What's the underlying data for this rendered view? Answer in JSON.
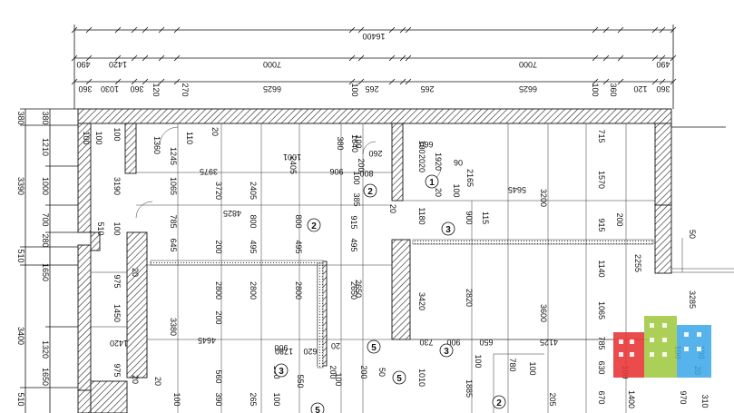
{
  "top_dims": {
    "overall": "16400",
    "row2": [
      "490",
      "1420",
      "7000",
      "7000",
      "490"
    ],
    "row3": [
      "360",
      "1030",
      "360",
      "120",
      "270",
      "6625",
      "100",
      "265",
      "265",
      "6625",
      "100",
      "360",
      "120",
      "360"
    ]
  },
  "left_dims": {
    "outer": [
      "380",
      "3390",
      "510",
      "3400",
      "510"
    ],
    "inner": [
      "380",
      "1210",
      "1000",
      "700",
      "280",
      "1650",
      "1320",
      "1650"
    ]
  },
  "room_labels": [
    "100",
    "100",
    "100",
    "1360",
    "1245",
    "110",
    "3190",
    "1065",
    "3720",
    "2405",
    "3975",
    "4825",
    "20",
    "510",
    "100",
    "20",
    "785",
    "645",
    "200",
    "800",
    "495",
    "800",
    "495",
    "200",
    "2800",
    "2800",
    "2800",
    "3380",
    "4645",
    "975",
    "1450",
    "1420",
    "975",
    "20",
    "20",
    "560",
    "100",
    "390",
    "265",
    "100",
    "550",
    "100",
    "200",
    "20",
    "1780",
    "620",
    "900",
    "915",
    "200",
    "100",
    "385",
    "20",
    "2405",
    "1001",
    "906",
    "800",
    "100",
    "1640",
    "380",
    "260",
    "100",
    "1920",
    "2020",
    "660",
    "06",
    "2165",
    "100",
    "20",
    "1180",
    "900",
    "115",
    "5645",
    "3200",
    "715",
    "1570",
    "915",
    "200",
    "2255",
    "1140",
    "3285",
    "50",
    "3420",
    "2650",
    "2820",
    "3600",
    "1065",
    "4125",
    "785",
    "730",
    "900",
    "650",
    "1885",
    "100",
    "780",
    "100",
    "205",
    "670",
    "630",
    "1010",
    "100",
    "1400",
    "970",
    "310",
    "20",
    "495",
    "2650",
    "50",
    "200",
    "100",
    "100",
    "100"
  ],
  "markers": [
    "2",
    "2",
    "3",
    "1",
    "3",
    "3",
    "5",
    "5",
    "2",
    "5"
  ],
  "colors": {
    "wall": "#111111",
    "logo_red": "#e8383b",
    "logo_green": "#9dc83a",
    "logo_blue": "#3aa6e8"
  },
  "icons": [
    "building-logo-icon"
  ]
}
